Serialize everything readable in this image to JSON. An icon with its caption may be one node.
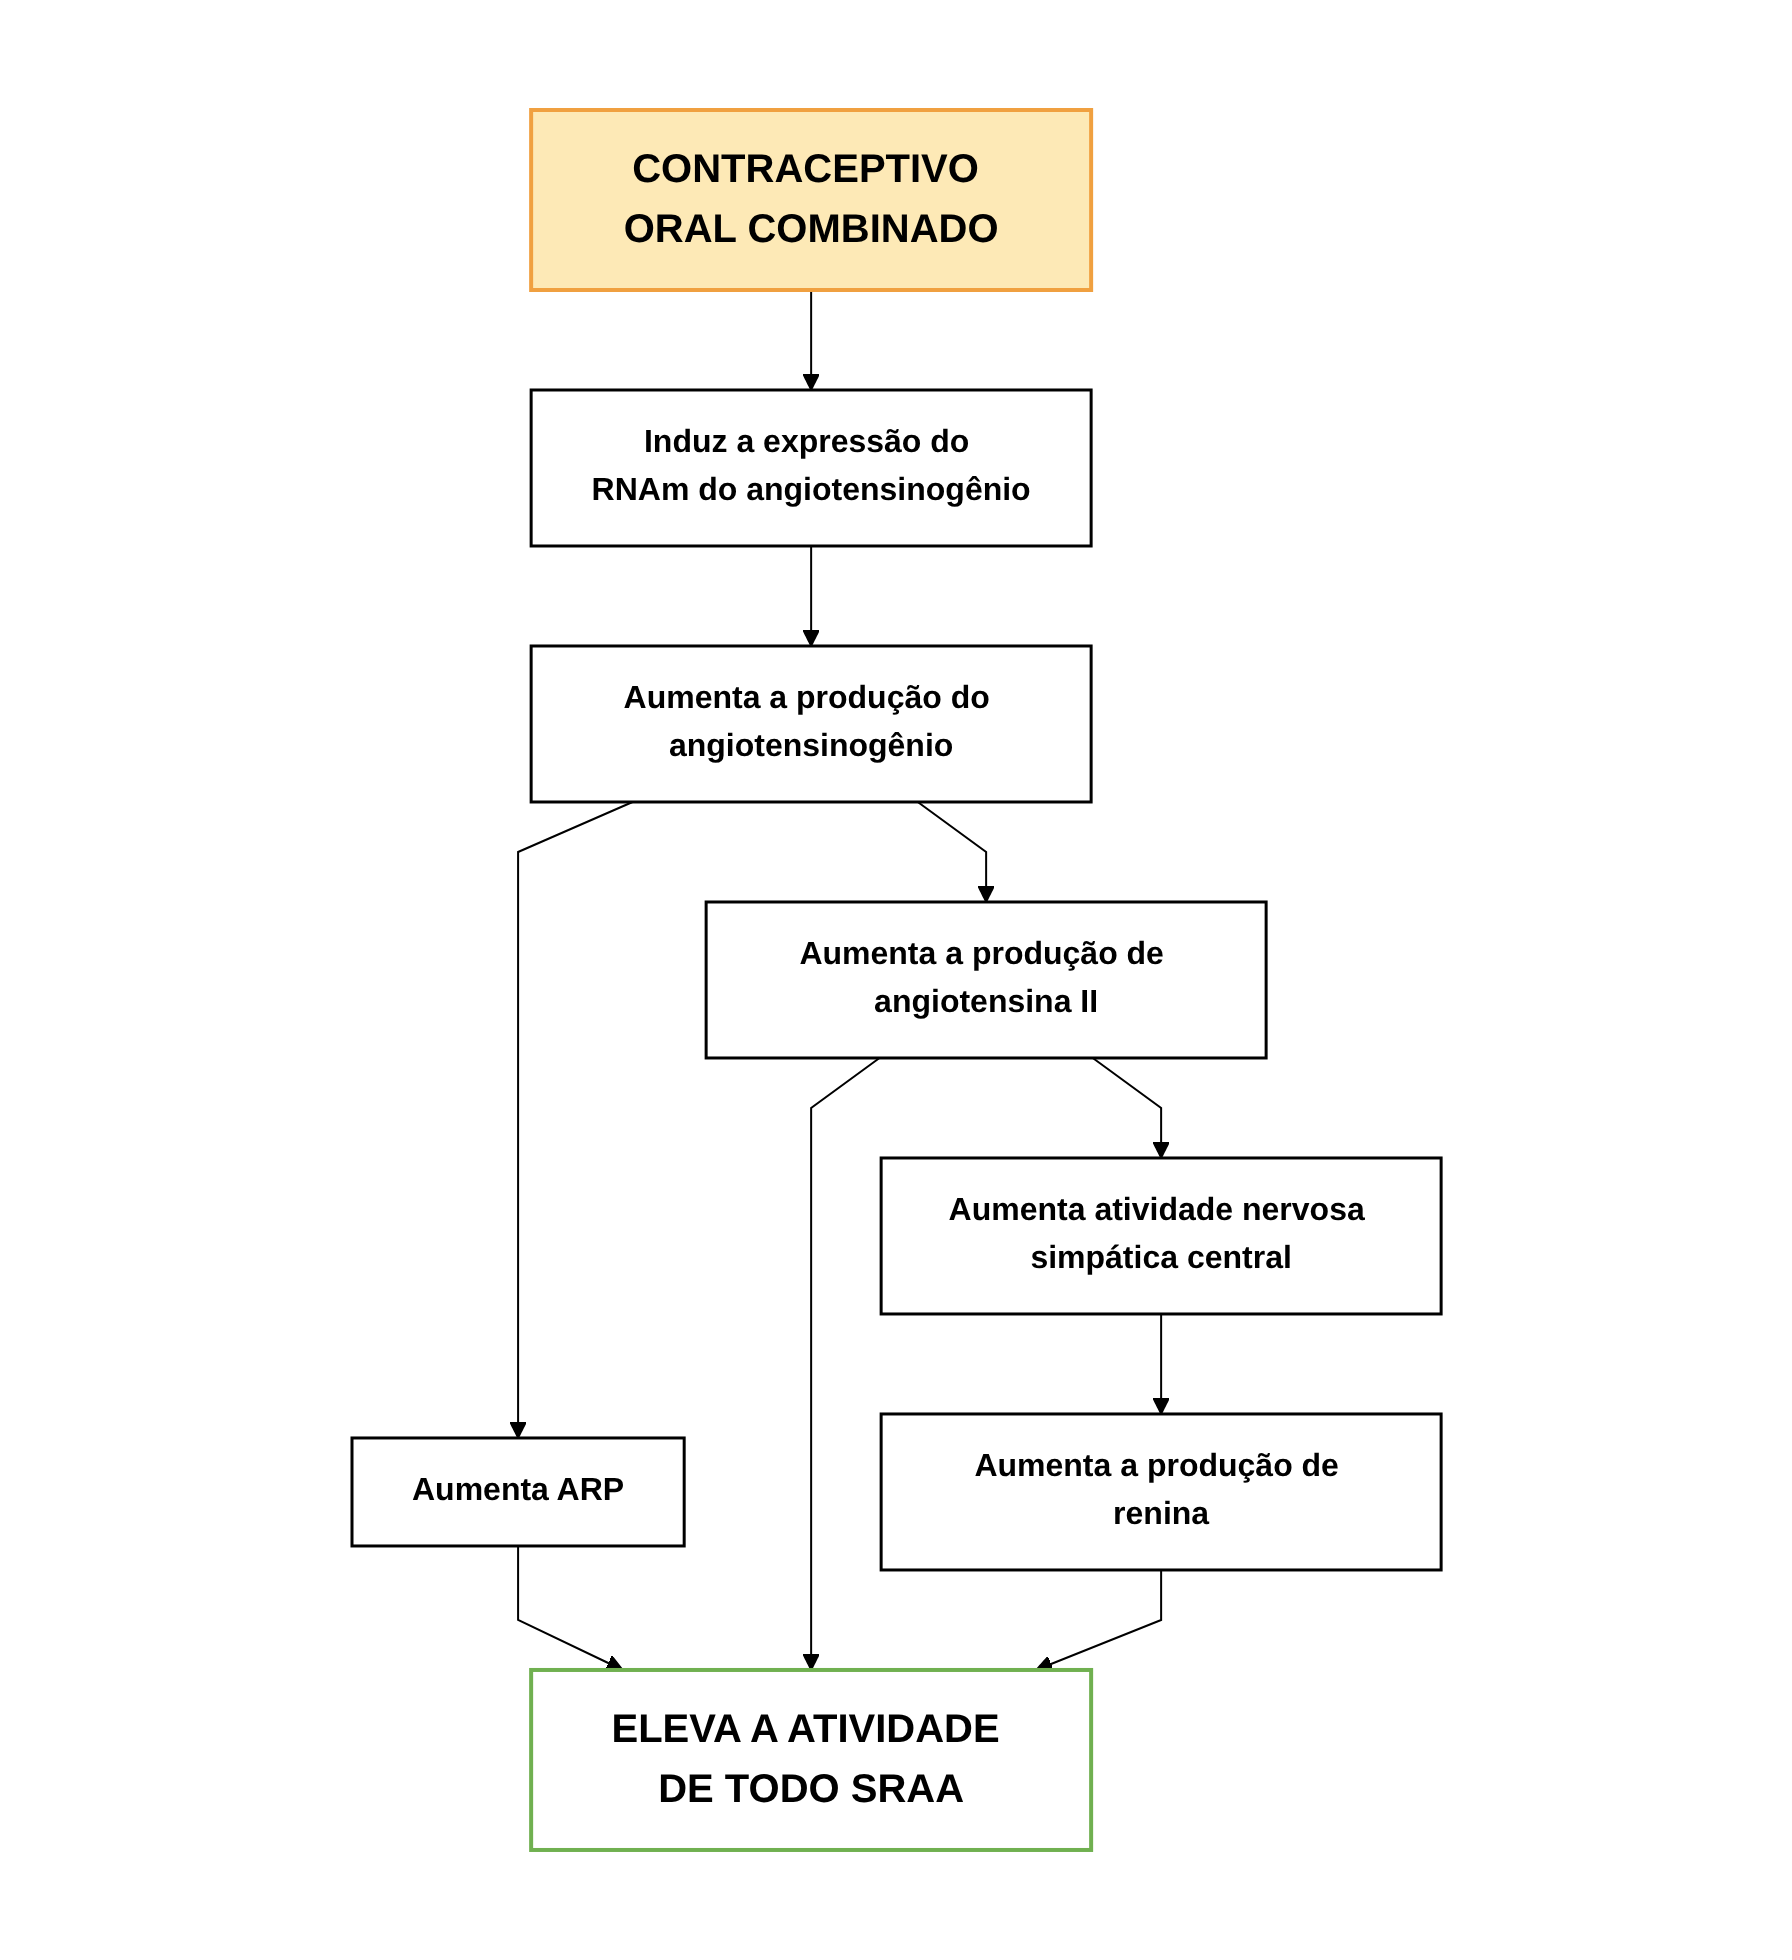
{
  "diagram": {
    "nodes": [
      {
        "text": [
          "CONTRACEPTIVO ORAL COMBINADO"
        ]
      },
      {
        "text": [
          "Induz a expressão do RNAm do angiotensinogênio"
        ]
      },
      {
        "text": [
          "Aumenta a produção do angiotensinogênio"
        ]
      },
      {
        "text": [
          "Aumenta ARP"
        ]
      },
      {
        "text": [
          "Aumenta a produção de angiotensina II"
        ]
      },
      {
        "text": [
          "Aumenta atividade nervosa simpática central"
        ]
      },
      {
        "text": [
          "ELEVA A ATIVIDADE DE TODO SRAA"
        ]
      },
      {
        "text": [
          "Aumenta a produção de renina"
        ]
      }
    ],
    "edges": [
      {
        "from": 0,
        "to": 1,
        "arrow": "to"
      },
      {
        "from": 1,
        "to": 2,
        "arrow": "to"
      },
      {
        "from": 2,
        "to": 3,
        "arrow": "to"
      },
      {
        "from": 2,
        "to": 4,
        "arrow": "to"
      },
      {
        "from": 4,
        "to": 5,
        "arrow": "to"
      },
      {
        "from": 3,
        "to": 6,
        "arrow": "to"
      },
      {
        "from": 4,
        "to": 6,
        "arrow": "to"
      },
      {
        "from": 5,
        "to": 7,
        "arrow": "to"
      },
      {
        "from": 7,
        "to": 6,
        "arrow": "to"
      }
    ]
  }
}
